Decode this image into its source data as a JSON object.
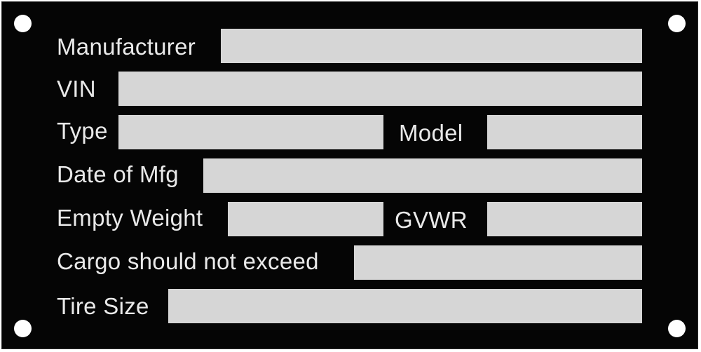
{
  "plate": {
    "labels": {
      "manufacturer": "Manufacturer",
      "vin": "VIN",
      "type": "Type",
      "model": "Model",
      "date_of_mfg": "Date of Mfg",
      "empty_weight": "Empty Weight",
      "gvwr": "GVWR",
      "cargo": "Cargo should not exceed",
      "tire_size": "Tire Size"
    },
    "colors": {
      "plate": "#050505",
      "text": "#e9e9e9",
      "field": "#d6d6d6",
      "hole": "#ffffff"
    }
  }
}
